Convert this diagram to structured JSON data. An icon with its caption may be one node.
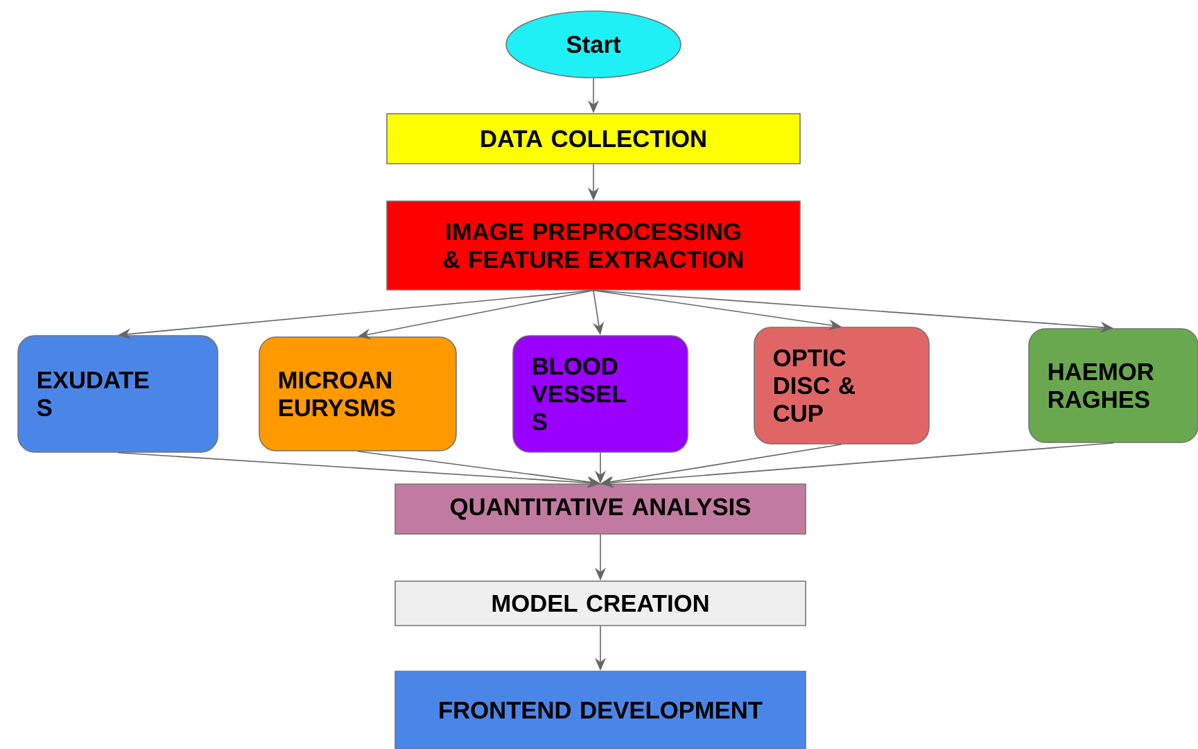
{
  "diagram": {
    "nodes": [
      {
        "text": [
          "Start"
        ]
      },
      {
        "text": [
          "DATA COLLECTION"
        ]
      },
      {
        "text": [
          "IMAGE PREPROCESSING & FEATURE EXTRACTION"
        ]
      },
      {
        "text": [
          "EXUDATE S"
        ]
      },
      {
        "text": [
          "MICROAN EURYSMS"
        ]
      },
      {
        "text": [
          "BLOOD VESSEL S"
        ]
      },
      {
        "text": [
          "OPTIC DISC & CUP"
        ]
      },
      {
        "text": [
          "HAEMOR RAGHES"
        ]
      },
      {
        "text": [
          "QUANTITATIVE ANALYSIS"
        ]
      },
      {
        "text": [
          "MODEL CREATION"
        ]
      },
      {
        "text": [
          "FRONTEND DEVELOPMENT"
        ]
      }
    ],
    "edges": [
      {
        "from": 0,
        "to": 1,
        "arrow": "to"
      },
      {
        "from": 1,
        "to": 2,
        "arrow": "to"
      },
      {
        "from": 2,
        "to": 3,
        "arrow": "to"
      },
      {
        "from": 2,
        "to": 4,
        "arrow": "to"
      },
      {
        "from": 2,
        "to": 5,
        "arrow": "to"
      },
      {
        "from": 2,
        "to": 6,
        "arrow": "to"
      },
      {
        "from": 2,
        "to": 7,
        "arrow": "to"
      },
      {
        "from": 3,
        "to": 8,
        "arrow": "to"
      },
      {
        "from": 4,
        "to": 8,
        "arrow": "to"
      },
      {
        "from": 5,
        "to": 8,
        "arrow": "to"
      },
      {
        "from": 6,
        "to": 8,
        "arrow": "to"
      },
      {
        "from": 7,
        "to": 8,
        "arrow": "to"
      },
      {
        "from": 8,
        "to": 9,
        "arrow": "to"
      },
      {
        "from": 9,
        "to": 10,
        "arrow": "to"
      }
    ]
  }
}
